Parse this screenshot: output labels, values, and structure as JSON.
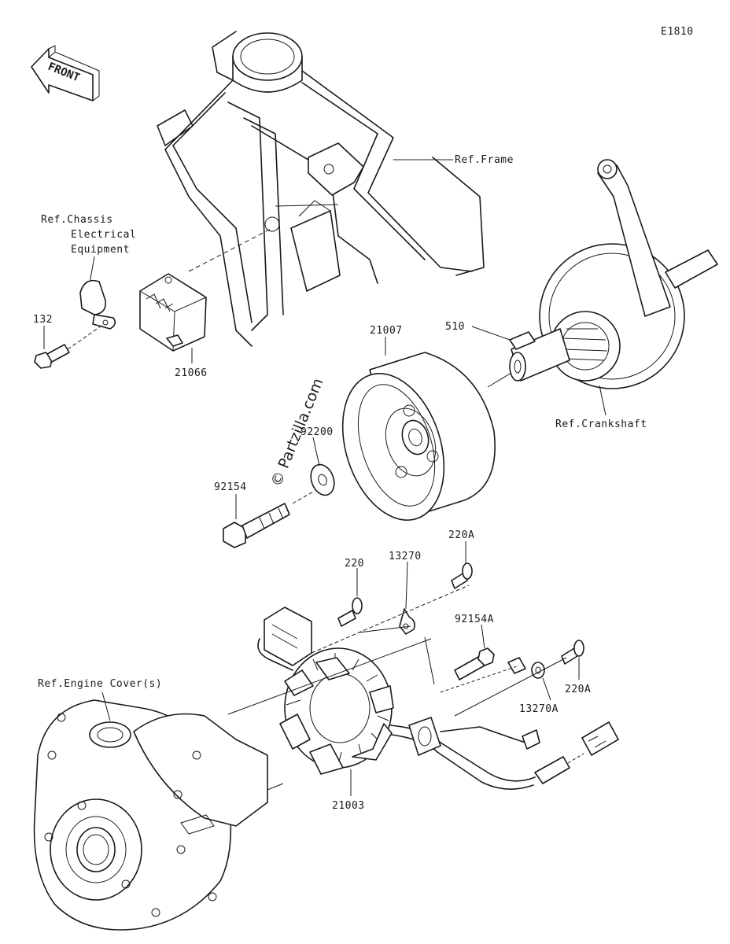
{
  "diagram_code": "E1810",
  "front_label": "FRONT",
  "watermark": "© Partzilla.com",
  "references": {
    "frame": "Ref.Frame",
    "chassis_line1": "Ref.Chassis",
    "chassis_line2": "Electrical",
    "chassis_line3": "Equipment",
    "crankshaft": "Ref.Crankshaft",
    "engine_cover": "Ref.Engine Cover(s)"
  },
  "parts": {
    "p132": "132",
    "p21066": "21066",
    "p21007": "21007",
    "p510": "510",
    "p92200": "92200",
    "p92154": "92154",
    "p220": "220",
    "p13270": "13270",
    "p220A_top": "220A",
    "p92154A": "92154A",
    "p220A_right": "220A",
    "p13270A": "13270A",
    "p21003": "21003"
  }
}
